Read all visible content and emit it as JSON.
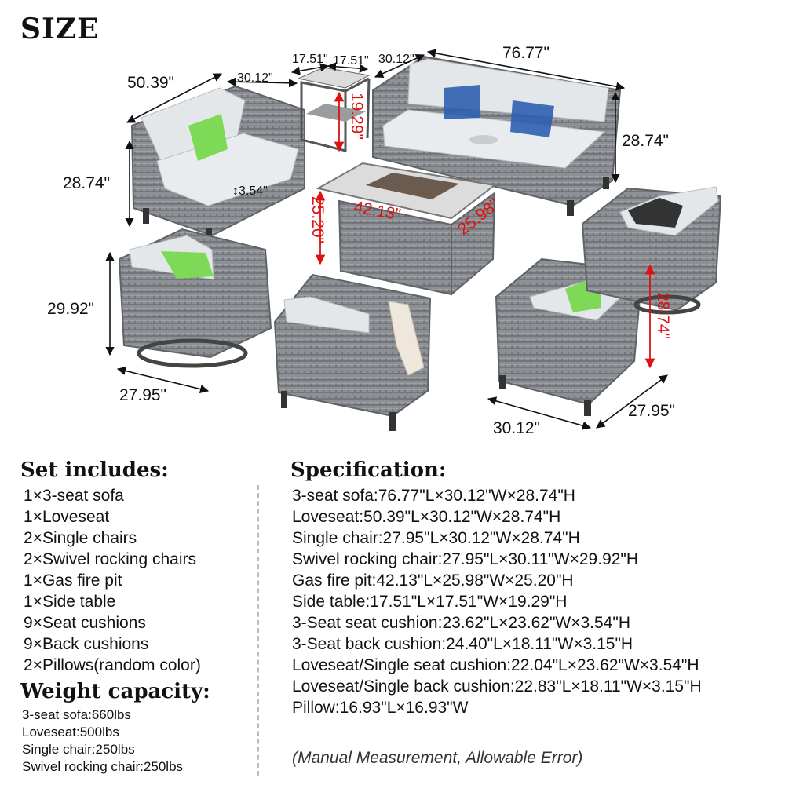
{
  "page_title": "SIZE",
  "dimensions": {
    "loveseat_length": "50.39\"",
    "loveseat_width": "30.12\"",
    "loveseat_height": "28.74\"",
    "cushion_thickness": "3.54\"",
    "side_table_length": "17.51\"",
    "side_table_width": "17.51\"",
    "side_table_height": "19.29\"",
    "sofa_width": "30.12\"",
    "sofa_length": "76.77\"",
    "sofa_height": "28.74\"",
    "fire_pit_height": "25.20\"",
    "fire_pit_length": "42.13\"",
    "fire_pit_width": "25.98\"",
    "swivel_height": "29.92\"",
    "swivel_length": "27.95\"",
    "chair_height": "28.74\"",
    "chair_width": "30.12\"",
    "chair_length": "27.95\""
  },
  "set_includes": {
    "heading": "Set includes:",
    "items": [
      "1×3-seat sofa",
      "1×Loveseat",
      "2×Single chairs",
      "2×Swivel rocking chairs",
      "1×Gas fire pit",
      "1×Side table",
      "9×Seat cushions",
      "9×Back cushions",
      "2×Pillows(random color)"
    ]
  },
  "weight_capacity": {
    "heading": "Weight capacity:",
    "items": [
      "3-seat sofa:660lbs",
      "Loveseat:500lbs",
      "Single chair:250lbs",
      "Swivel rocking chair:250lbs"
    ]
  },
  "specification": {
    "heading": "Specification:",
    "items": [
      "3-seat sofa:76.77\"L×30.12\"W×28.74\"H",
      "Loveseat:50.39\"L×30.12\"W×28.74\"H",
      "Single chair:27.95\"L×30.12\"W×28.74\"H",
      "Swivel rocking chair:27.95\"L×30.11\"W×29.92\"H",
      "Gas fire pit:42.13\"L×25.98\"W×25.20\"H",
      "Side table:17.51\"L×17.51\"W×19.29\"H",
      "3-Seat seat cushion:23.62\"L×23.62\"W×3.54\"H",
      "3-Seat back cushion:24.40\"L×18.11\"W×3.15\"H",
      "Loveseat/Single seat cushion:22.04\"L×23.62\"W×3.54\"H",
      "Loveseat/Single back cushion:22.83\"L×18.11\"W×3.15\"H",
      "Pillow:16.93\"L×16.93\"W"
    ]
  },
  "note": "(Manual Measurement, Allowable Error)",
  "colors": {
    "wicker": "#8c8f93",
    "wicker_dark": "#5f6266",
    "cushion": "#e3e7ea",
    "pillow_green": "#7ed957",
    "pillow_blue": "#2c5fb0",
    "tabletop": "#dcdcdc",
    "red_dim": "#e01010"
  }
}
